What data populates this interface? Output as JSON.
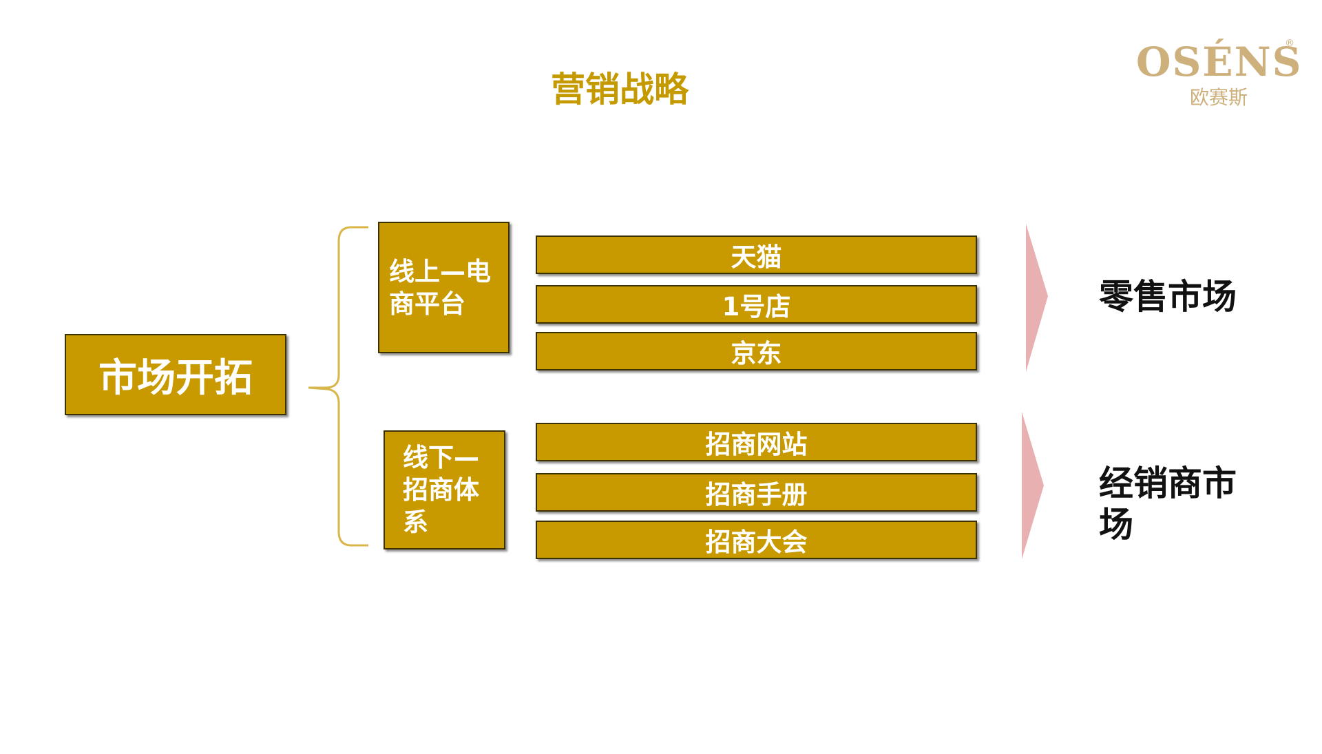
{
  "title": "营销战略",
  "logo": {
    "mark": "OSÉNS",
    "registered": "®",
    "chinese": "欧赛斯"
  },
  "root": {
    "label": "市场开拓"
  },
  "branches": [
    {
      "label": "线上—电商平台",
      "items": [
        "天猫",
        "1号店",
        "京东"
      ],
      "result": "零售市场"
    },
    {
      "label": "线下—招商体系",
      "items": [
        "招商网站",
        "招商手册",
        "招商大会"
      ],
      "result": "经销商市场"
    }
  ],
  "colors": {
    "box_fill": "#c99a00",
    "title_gold": "#c59a00",
    "bracket": "#d9b64a",
    "arrow_pink": "#e8b0b0",
    "logo": "#cdb07c"
  }
}
